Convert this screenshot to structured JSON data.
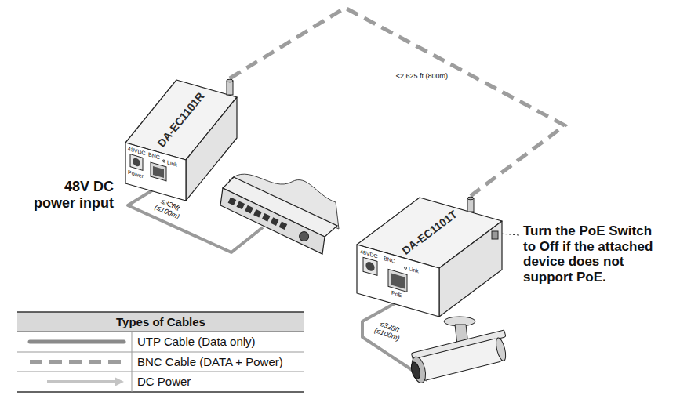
{
  "diagram": {
    "nodes": [
      {
        "text": [
          "DA-EC1101R",
          "48VDC",
          "Power",
          "BNC",
          "Link"
        ]
      },
      {
        "text": [
          "DA-EC1101T",
          "48VDC",
          "BNC",
          "Link",
          "PoE"
        ]
      }
    ],
    "edges": [
      {
        "from": 0,
        "to": 1,
        "arrow": "none",
        "label": "≤2,625 ft (800m)"
      }
    ],
    "labels": [
      "48V DC power input",
      "≤328ft (≤100m)",
      "≤328ft (≤100m)",
      "Turn the PoE Switch to Off if the attached device does not support PoE.",
      "Types of Cables"
    ],
    "legend": [
      {
        "text": "UTP Cable (Data only)"
      },
      {
        "text": "BNC Cable (DATA + Power)"
      },
      {
        "text": "DC Power"
      }
    ]
  }
}
